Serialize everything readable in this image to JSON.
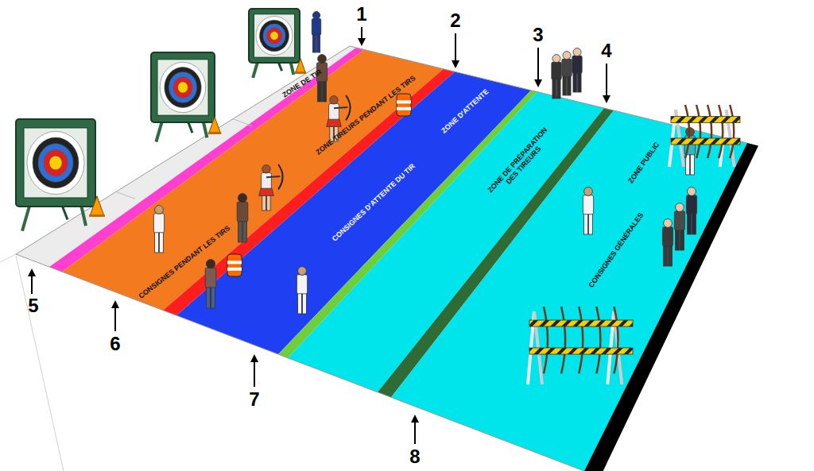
{
  "diagram": {
    "labels": [
      "1",
      "2",
      "3",
      "4",
      "ZONE DE TIR",
      "ZONE TIREURS PENDANT LES TIRS",
      "CONSIGNES PENDANT LES TIRS",
      "ZONE D'ATTENTE",
      "CONSIGNES D'ATTENTE DU TIR",
      "ZONE DE PRÉPARATION DES TIREURS",
      "ZONE PUBLIC",
      "CONSIGNES GÉNÉRALES",
      "5",
      "6",
      "7",
      "8"
    ]
  }
}
